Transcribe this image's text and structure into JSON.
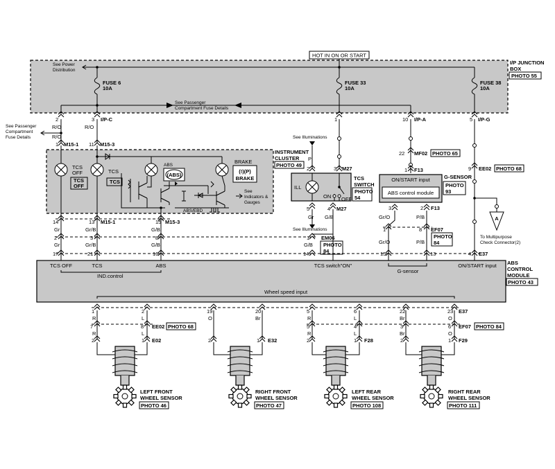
{
  "header": {
    "power_label": "HOT IN ON OR START"
  },
  "junction_box": {
    "title_line1": "I/P JUNCTION",
    "title_line2": "BOX",
    "photo": "PHOTO 55",
    "power_dist_line1": "See Power",
    "power_dist_line2": "Distribution",
    "fuse_details_line1": "See Passenger",
    "fuse_details_line2": "Compartment Fuse Details",
    "fuses": [
      {
        "name": "FUSE 6",
        "rating": "10A"
      },
      {
        "name": "FUSE 33",
        "rating": "10A"
      },
      {
        "name": "FUSE 38",
        "rating": "10A"
      }
    ],
    "connectors": {
      "c1": "I/P-C",
      "c2": "I/P-A",
      "c3": "I/P-G"
    },
    "pins": {
      "p2": "2",
      "p3": "3",
      "p1": "1",
      "p10": "10",
      "p5": "5"
    }
  },
  "left_details": {
    "line1": "See Passenger",
    "line2": "Compartment",
    "line3": "Fuse Details"
  },
  "wires": {
    "ro": "R/O",
    "gr": "Gr",
    "grb": "Gr/B",
    "gb": "G/B",
    "p": "P",
    "o": "O",
    "gro": "Gr/O",
    "pb": "P/B",
    "r": "R",
    "l": "L",
    "br": "Br"
  },
  "cluster": {
    "label_line1": "INSTRUMENT",
    "label_line2": "CLUSTER",
    "photo": "PHOTO 49",
    "conn1": "M15-1",
    "conn3": "M15-3",
    "tcs_off_label1": "TCS",
    "tcs_off_label2": "OFF",
    "tcs_off_ind1": "TCS",
    "tcs_off_ind2": "OFF",
    "tcs_label": "TCS",
    "tcs_ind": "TCS",
    "abs_label": "ABS",
    "abs_ind": "(ABS)",
    "brake_label": "BRAKE",
    "brake_ind1": "(!)(P)",
    "brake_ind2": "BRAKE",
    "abs_ebd": "ABS/EBD",
    "see_ind1": "See",
    "see_ind2": "Indicators &",
    "see_ind3": "Gauges",
    "pin1": "1",
    "pin11": "11",
    "pin14": "14",
    "pin13": "13",
    "pin15": "15"
  },
  "tcs_switch": {
    "see_ill": "See Illuminations",
    "see_ill2": "See Illuminations",
    "label_line1": "TCS",
    "label_line2": "SWITCH",
    "photo_line1": "PHOTO",
    "photo_line2": "54",
    "ill": "ILL",
    "on": "ON",
    "off": "OFF",
    "conn": "M27",
    "pin2": "2",
    "pin3": "3",
    "pin5": "5",
    "pin4": "4"
  },
  "g_sensor": {
    "label": "G-SENSOR",
    "photo_line1": "PHOTO",
    "photo_line2": "93",
    "on_input": "ON/START input",
    "abs_module": "ABS control module",
    "mf02": "MF02",
    "mf02_photo": "PHOTO 65",
    "f13": "F13",
    "ef07": "EF07",
    "ef07_photo1": "PHOTO",
    "ef07_photo2": "84",
    "pin22": "22",
    "pin1": "1",
    "pin3": "3",
    "pin2": "2"
  },
  "ee02_right": {
    "conn": "EE02",
    "photo": "PHOTO 68",
    "pin9": "9"
  },
  "multipurpose": {
    "letter": "A",
    "line1": "To Multipurpose",
    "line2": "Check Connector(2)"
  },
  "mid_connectors": {
    "em06": "EM06",
    "em06_photo1": "PHOTO",
    "em06_photo2": "84",
    "m15_1": "M15-1",
    "m15_3": "M15-3",
    "e37": "E37"
  },
  "abs_module": {
    "label_line1": "ABS",
    "label_line2": "CONTROL",
    "label_line3": "MODULE",
    "photo": "PHOTO 43",
    "tcs_off": "TCS OFF",
    "tcs": "TCS",
    "abs": "ABS",
    "ind_control": "IND.control",
    "tcs_switch_on": "TCS switch\"ON\"",
    "g_sensor": "G-sensor",
    "on_start": "ON/START input",
    "wheel_speed": "Wheel speed input",
    "e37": "E37"
  },
  "lower_connectors": {
    "ee02": "EE02",
    "ee02_photo": "PHOTO 68",
    "ef07": "EF07",
    "ef07_photo": "PHOTO 84"
  },
  "sensors": [
    {
      "line1": "LEFT FRONT",
      "line2": "WHEEL SENSOR",
      "photo": "PHOTO 46",
      "conn": "E02"
    },
    {
      "line1": "RIGHT FRONT",
      "line2": "WHEEL SENSOR",
      "photo": "PHOTO 47",
      "conn": "E32"
    },
    {
      "line1": "LEFT REAR",
      "line2": "WHEEL SENSOR",
      "photo": "PHOTO 108",
      "conn": "F28"
    },
    {
      "line1": "RIGHT REAR",
      "line2": "WHEEL SENSOR",
      "photo": "PHOTO 111",
      "conn": "F29"
    }
  ],
  "pin_numbers": {
    "n1": "1",
    "n2": "2",
    "n3": "3",
    "n4": "4",
    "n5": "5",
    "n6": "6",
    "n7": "7",
    "n8": "8",
    "n9": "9",
    "n10": "10",
    "n13": "13",
    "n14": "14",
    "n15": "15",
    "n16": "16",
    "n17": "17",
    "n19": "19",
    "n20": "20",
    "n21": "21",
    "n22": "22",
    "n23": "23"
  }
}
